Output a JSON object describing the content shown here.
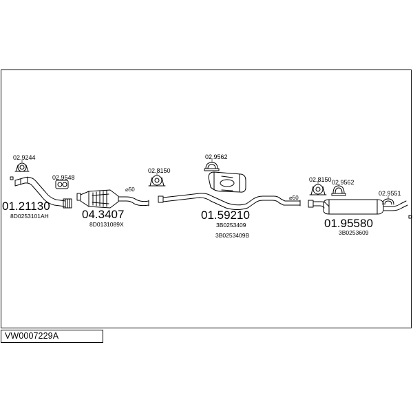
{
  "diagram": {
    "kit_code": "VW0007229A",
    "sections": [
      {
        "part_number": "01.21130",
        "refs": [
          "8D0253101AH"
        ]
      },
      {
        "part_number": "04.3407",
        "refs": [
          "8D0131089X"
        ]
      },
      {
        "part_number": "01.59210",
        "refs": [
          "3B0253409",
          "3B0253409B"
        ]
      },
      {
        "part_number": "01.95580",
        "refs": [
          "3B0253609"
        ]
      }
    ],
    "accessories": [
      "02.9244",
      "02.9548",
      "02.8150",
      "02.9562",
      "02.8150",
      "02.9562",
      "02.9551"
    ],
    "pipe_diameters": [
      "⌀50",
      "⌀50"
    ]
  }
}
